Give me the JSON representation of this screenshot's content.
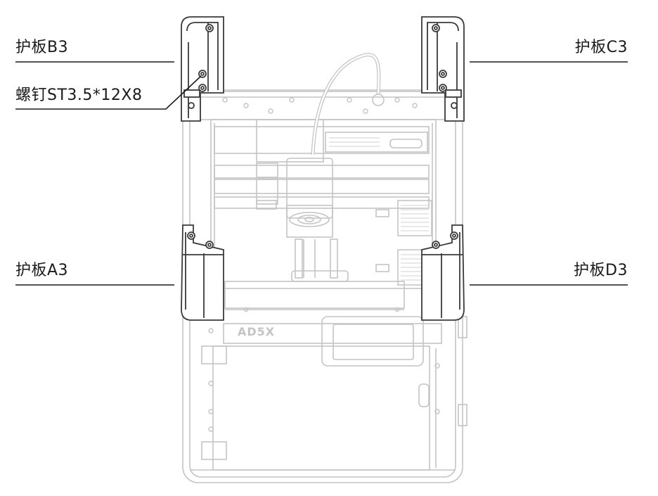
{
  "labels": {
    "panel_b3": "护板B3",
    "screw": "螺钉ST3.5*12X8",
    "panel_c3": "护板C3",
    "panel_a3": "护板A3",
    "panel_d3": "护板D3",
    "logo": "AD5X"
  },
  "colors": {
    "faint_line": "#c8c8c8",
    "part_line": "#3a3a3a",
    "leader": "#1a1a1a",
    "text": "#1a1a1a"
  }
}
